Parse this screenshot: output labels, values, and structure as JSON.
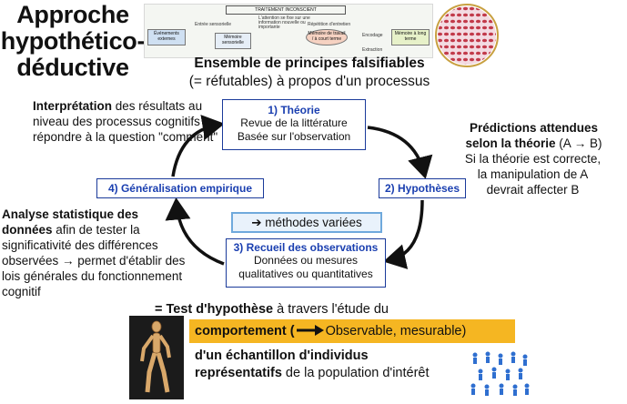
{
  "title": [
    "Approche",
    "hypothético-",
    "déductive"
  ],
  "mini_diagram": {
    "top": "TRAITEMENT INCONSCIENT",
    "boxes": [
      "Événements externes",
      "Mémoire sensorielle",
      "Mémoire de travail / à court terme",
      "Mémoire à long terme"
    ],
    "notes": [
      "Entrée sensorielle",
      "L'attention se fixe sur une information nouvelle ou importante",
      "Répétition d'entretien",
      "Encodage",
      "Extraction"
    ]
  },
  "subtitle": {
    "bold": "Ensemble de principes falsifiables",
    "rest": "(= réfutables) à propos d'un processus"
  },
  "cycle": {
    "theorie": {
      "heading": "1) Théorie",
      "line1": "Revue de la littérature",
      "line2": "Basée sur l'observation"
    },
    "hypotheses": "2) Hypothèses",
    "recueil": {
      "heading": "3) Recueil des observations",
      "line1": "Données ou mesures",
      "line2": "qualitatives ou quantitatives"
    },
    "generalisation": "4) Généralisation empirique",
    "methodes": "➔ méthodes variées"
  },
  "notes": {
    "interpretation": {
      "bold": "Interprétation",
      "rest": " des résultats au niveau des processus cognitifs → répondre à la question \"comment\""
    },
    "predictions": {
      "bold1": "Prédictions attendues",
      "bold2": "selon la théorie",
      "rest1": " (A → B)",
      "rest2": "Si la théorie est correcte, la manipulation de A devrait affecter B"
    },
    "analyse": {
      "bold": "Analyse statistique des données",
      "rest": " afin de tester la significativité des différences observées → permet d'établir des lois générales du fonctionnement cognitif"
    }
  },
  "bottom": {
    "test_bold": "= Test d'hypothèse",
    "test_rest": " à travers l'étude du",
    "comp_bold": "comportement (",
    "comp_rest": "Observable, mesurable)",
    "echant_bold": "d'un échantillon d'individus",
    "echant_bold2": "représentatifs",
    "echant_rest": " de la population d'intérêt"
  },
  "colors": {
    "box_border": "#1a3a9a",
    "heading_blue": "#1a3fb0",
    "highlight": "#f5b622",
    "methodes_border": "#6fa9dc"
  }
}
